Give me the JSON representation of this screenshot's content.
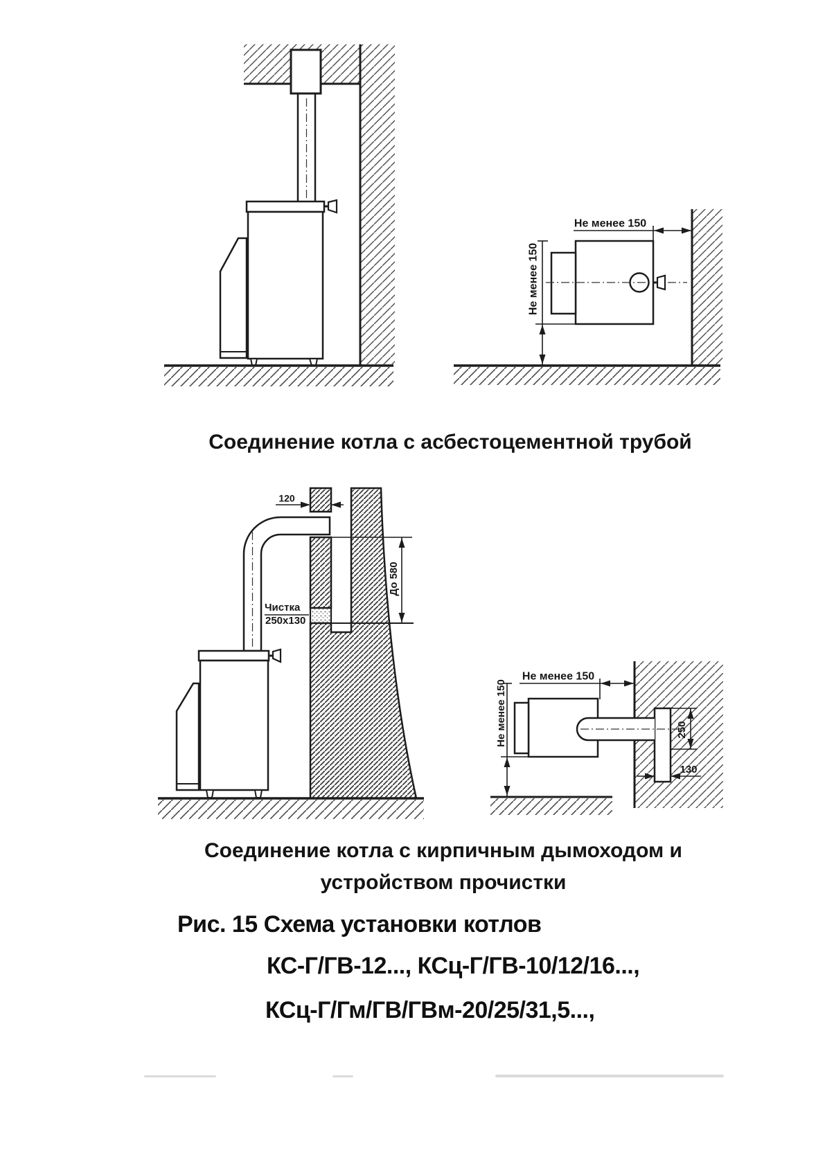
{
  "page": {
    "background": "#ffffff",
    "ink": "#1c1c1c"
  },
  "diagrams": {
    "top_plan": {
      "dim_top": "Не менее 150",
      "dim_left": "Не менее 150"
    },
    "middle": {
      "dim_120": "120",
      "dim_do_580": "До 580",
      "cleanout_line1": "Чистка",
      "cleanout_line2": "250х130"
    },
    "bottom_plan": {
      "dim_top": "Не менее 150",
      "dim_left": "Не менее 150",
      "dim_250": "250",
      "dim_130": "130"
    }
  },
  "captions": {
    "caption_top": "Соединение котла с асбестоцементной трубой",
    "caption_bottom_line1": "Соединение котла с кирпичным дымоходом и",
    "caption_bottom_line2": "устройством прочистки"
  },
  "figure_title": {
    "line1": "Рис. 15 Схема установки котлов",
    "line2": "КС-Г/ГВ-12..., КСц-Г/ГВ-10/12/16...,",
    "line3": "КСц-Г/Гм/ГВ/ГВм-20/25/31,5...,"
  }
}
